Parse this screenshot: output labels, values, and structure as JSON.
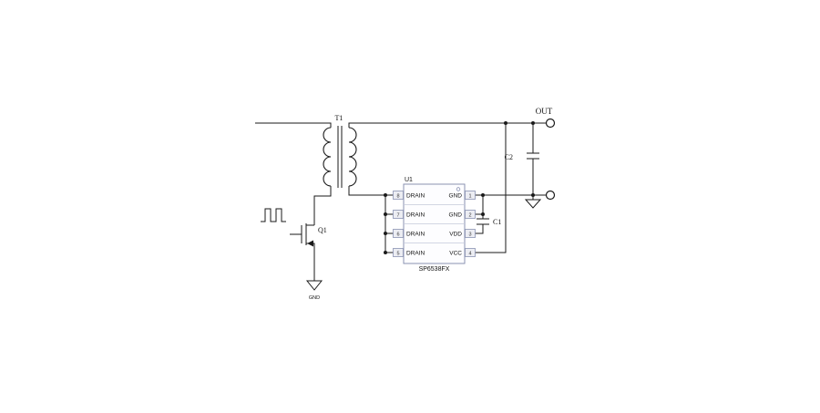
{
  "schematic": {
    "transformer": {
      "ref": "T1"
    },
    "mosfet": {
      "ref": "Q1",
      "ground_label": "GND"
    },
    "ic": {
      "ref": "U1",
      "part": "SP6538FX",
      "left_pins": [
        {
          "num": "8",
          "label": "DRAIN"
        },
        {
          "num": "7",
          "label": "DRAIN"
        },
        {
          "num": "6",
          "label": "DRAIN"
        },
        {
          "num": "5",
          "label": "DRAIN"
        }
      ],
      "right_pins": [
        {
          "num": "1",
          "label": "GND"
        },
        {
          "num": "2",
          "label": "GND"
        },
        {
          "num": "3",
          "label": "VDD"
        },
        {
          "num": "4",
          "label": "VCC"
        }
      ]
    },
    "capacitors": {
      "c1": "C1",
      "c2": "C2"
    },
    "output": {
      "label": "OUT"
    }
  },
  "colors": {
    "wire": "#1a1a1a",
    "ic_border": "#8a92b2",
    "ic_fill": "#fdfdff",
    "pin_box_fill": "#ecedf3",
    "background": "#ffffff"
  }
}
